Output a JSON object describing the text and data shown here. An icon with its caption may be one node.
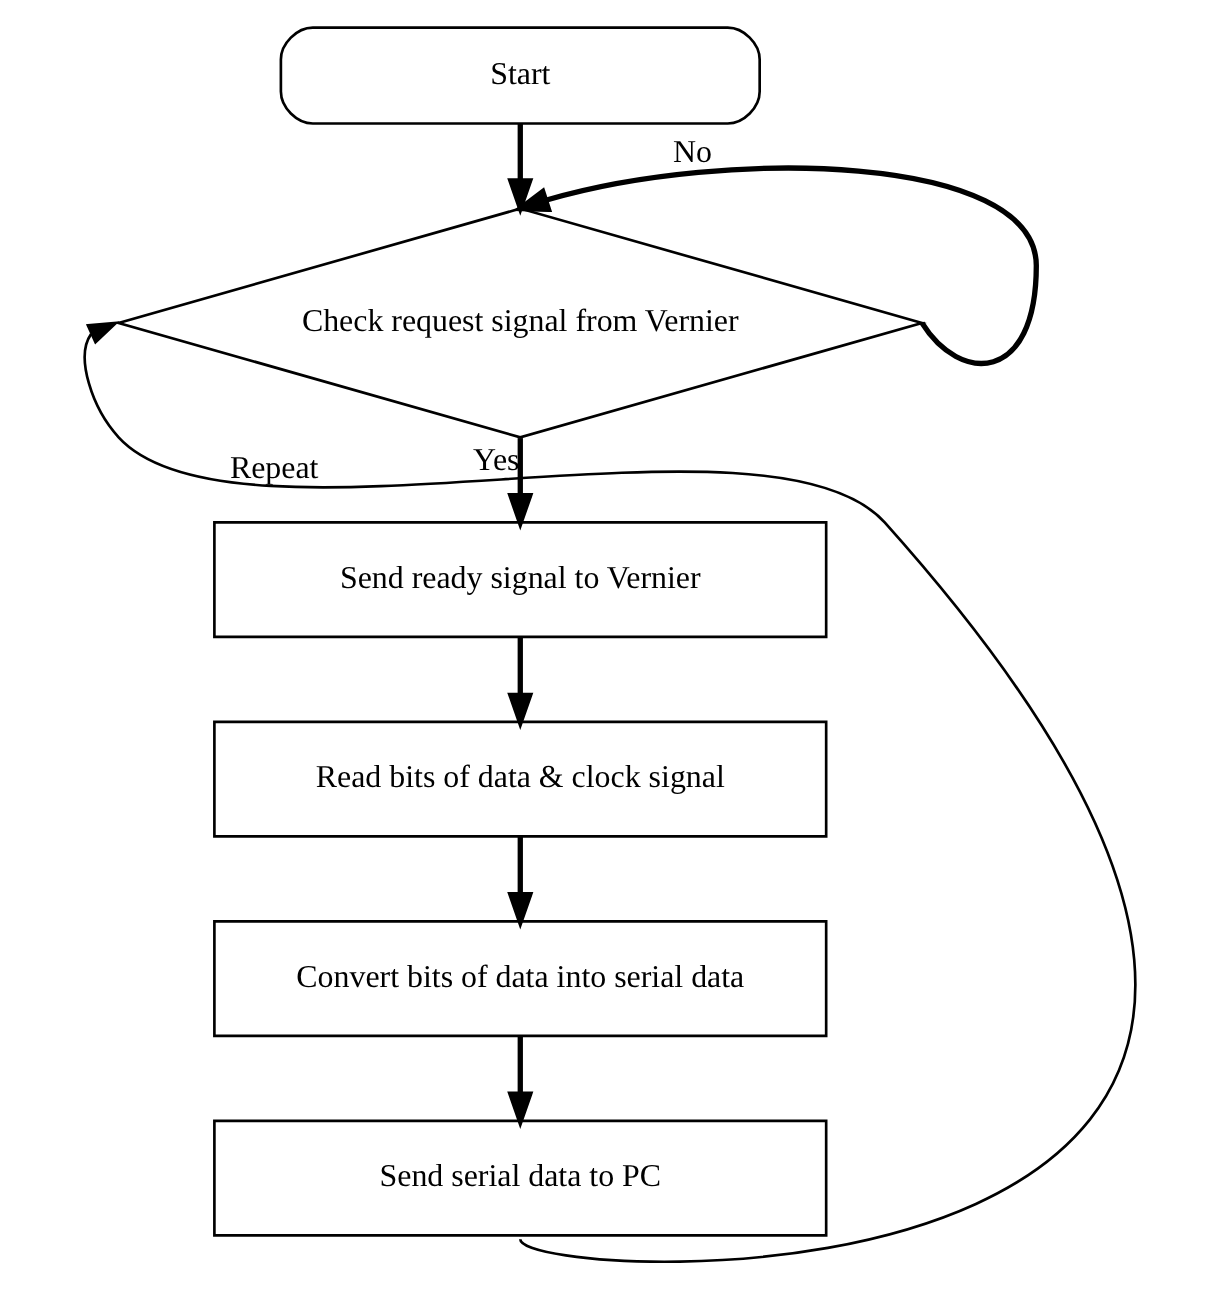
{
  "diagram": {
    "nodes": [
      {
        "text": [
          "Start"
        ]
      },
      {
        "text": [
          "Check request signal from Vernier"
        ]
      },
      {
        "text": [
          "Send ready signal to Vernier"
        ]
      },
      {
        "text": [
          "Read bits of data & clock signal"
        ]
      },
      {
        "text": [
          "Convert bits of data into serial data"
        ]
      },
      {
        "text": [
          "Send serial data to PC"
        ]
      }
    ],
    "edges": [
      {
        "from": 0,
        "to": 1,
        "arrow": "to"
      },
      {
        "from": 1,
        "to": 1,
        "arrow": "to",
        "label": "No"
      },
      {
        "from": 1,
        "to": 2,
        "arrow": "to",
        "label": "Yes"
      },
      {
        "from": 2,
        "to": 3,
        "arrow": "to"
      },
      {
        "from": 3,
        "to": 4,
        "arrow": "to"
      },
      {
        "from": 4,
        "to": 5,
        "arrow": "to"
      },
      {
        "from": 5,
        "to": 1,
        "arrow": "to",
        "label": "Repeat"
      }
    ]
  }
}
